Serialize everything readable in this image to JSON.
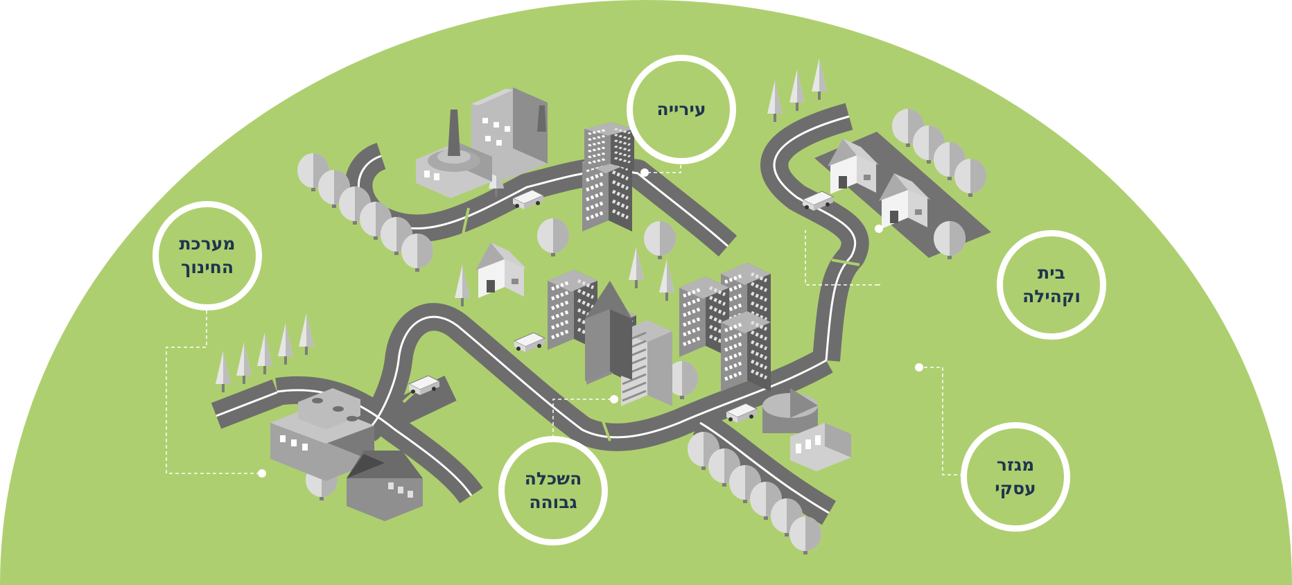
{
  "colors": {
    "background_arc": "#aecf6f",
    "label_text": "#1d3450",
    "ring": "#ffffff",
    "road": "#6d6d6d",
    "road_marking": "#ffffff"
  },
  "hubs": [
    {
      "id": "municipality",
      "lines": [
        "עירייה"
      ]
    },
    {
      "id": "home-community",
      "lines": [
        "בית",
        "וקהילה"
      ]
    },
    {
      "id": "education-system",
      "lines": [
        "מערכת",
        "החינוך"
      ]
    },
    {
      "id": "higher-education",
      "lines": [
        "השכלה",
        "גבוהה"
      ]
    },
    {
      "id": "business-sector",
      "lines": [
        "מגזר",
        "עסקי"
      ]
    }
  ]
}
